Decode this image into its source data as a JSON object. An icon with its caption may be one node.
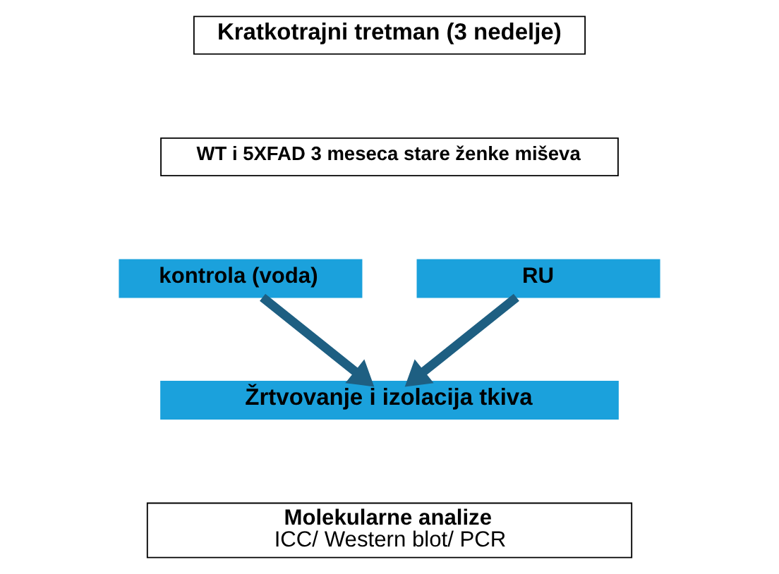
{
  "diagram": {
    "nodes": [
      {
        "text": [
          "Kratkotrajni tretman (3 nedelje)"
        ]
      },
      {
        "text": [
          "WT i 5XFAD 3 meseca stare ženke miševa"
        ]
      },
      {
        "text": [
          "kontrola (voda)"
        ]
      },
      {
        "text": [
          "RU"
        ]
      },
      {
        "text": [
          "Žrtvovanje i izolacija tkiva"
        ]
      },
      {
        "text": [
          "Molekularne analize",
          "ICC/ Western blot/ PCR"
        ]
      }
    ],
    "edges": [
      {
        "from": 2,
        "to": 4,
        "arrow": "to"
      },
      {
        "from": 3,
        "to": 4,
        "arrow": "to"
      }
    ]
  }
}
